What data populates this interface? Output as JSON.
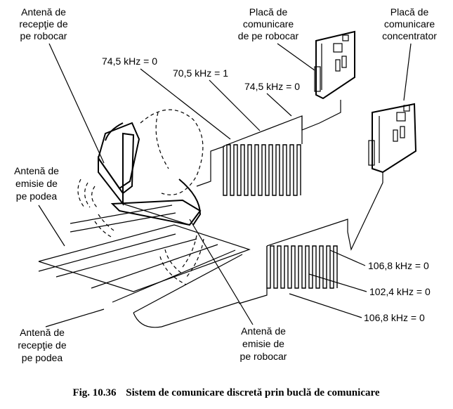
{
  "labels": {
    "antenna_rx_robocar": [
      "Antenă de",
      "recepţie de",
      "pe robocar"
    ],
    "board_robocar": [
      "Placă de",
      "comunicare",
      "de pe robocar"
    ],
    "board_concentrator": [
      "Placă de",
      "comunicare",
      "concentrator"
    ],
    "freq_top_1": "74,5 kHz = 0",
    "freq_top_2": "70,5 kHz = 1",
    "freq_top_3": "74,5 kHz = 0",
    "antenna_tx_floor": [
      "Antenă de",
      "emisie de",
      "pe podea"
    ],
    "freq_bot_1": "106,8 kHz = 0",
    "freq_bot_2": "102,4 kHz = 0",
    "freq_bot_3": "106,8 kHz = 0",
    "antenna_rx_floor": [
      "Antenă de",
      "recepţie de",
      "pe podea"
    ],
    "antenna_tx_robocar": [
      "Antenă de",
      "emisie de",
      "pe robocar"
    ]
  },
  "caption": {
    "fig_number": "Fig. 10.36",
    "text": "Sistem de comunicare discretă prin buclă de comunicare"
  }
}
